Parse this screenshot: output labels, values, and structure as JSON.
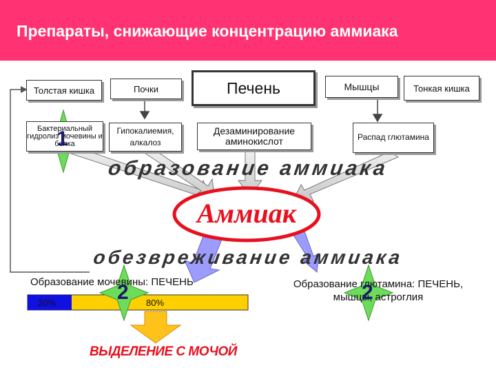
{
  "title": "Препараты, снижающие концентрацию аммиака",
  "organs": {
    "colon": "Толстая кишка",
    "kidneys": "Почки",
    "liver": "Печень",
    "muscles": "Мышцы",
    "small_intestine": "Тонкая кишка"
  },
  "processes": {
    "bacterial": "Бактериальный гидролиз мочевины и белка",
    "hypokalemia": "Гипокалиемия, алкалоз",
    "deamination": "Дезаминирование аминокислот",
    "glutamine_breakdown": "Распад глютамина"
  },
  "formation_banner": "образование аммиака",
  "ammonia_label": "Аммиак",
  "detox_banner": "обезвреживание аммиака",
  "urea_formation": "Образование мочевины: ПЕЧЕНЬ",
  "urea_bar": {
    "left_percent": "20%",
    "right_percent": "80%",
    "left_fraction": 0.2
  },
  "glutamine_formation": "Образование глютамина: ПЕЧЕНЬ, мышцы, астроглия",
  "excretion": "ВЫДЕЛЕНИЕ С МОЧОЙ",
  "markers": {
    "one": "1",
    "two_left": "2",
    "two_right": "2"
  },
  "colors": {
    "header": "#ff3374",
    "ellipse": "#e8101e",
    "ammonia_text": "#e8101e",
    "bar_blue": "#1010e0",
    "bar_yellow": "#ffd000",
    "star": "#6ddc5a",
    "arrow_fill": "#e0e0e0",
    "blue_arrow": "#9c9cff"
  }
}
